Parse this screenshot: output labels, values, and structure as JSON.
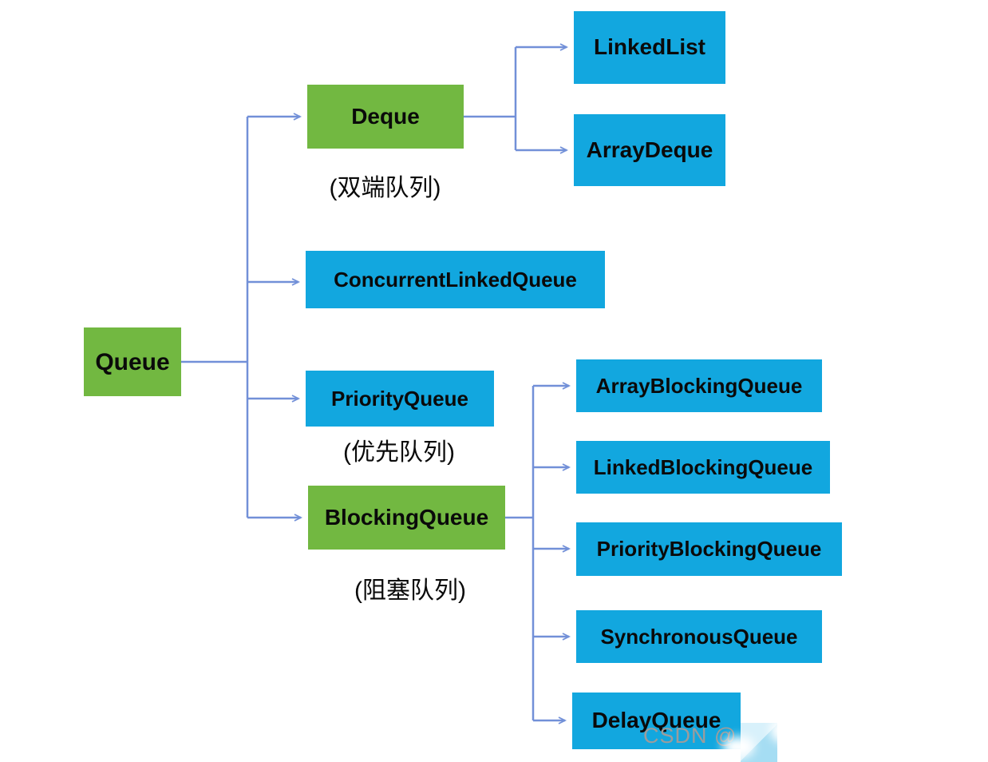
{
  "colors": {
    "node_green": "#72B841",
    "node_blue": "#12A7DF",
    "connector": "#7290D8",
    "label": "#0A0A0A",
    "watermark_gray": "#9C9C9C"
  },
  "nodes": {
    "queue": {
      "label": "Queue"
    },
    "deque": {
      "label": "Deque"
    },
    "concurrent_linked_queue": {
      "label": "ConcurrentLinkedQueue"
    },
    "priority_queue": {
      "label": "PriorityQueue"
    },
    "blocking_queue": {
      "label": "BlockingQueue"
    },
    "linked_list": {
      "label": "LinkedList"
    },
    "array_deque": {
      "label": "ArrayDeque"
    },
    "array_blocking_queue": {
      "label": "ArrayBlockingQueue"
    },
    "linked_blocking_queue": {
      "label": "LinkedBlockingQueue"
    },
    "priority_blocking_queue": {
      "label": "PriorityBlockingQueue"
    },
    "synchronous_queue": {
      "label": "SynchronousQueue"
    },
    "delay_queue": {
      "label": "DelayQueue"
    }
  },
  "captions": {
    "deque": "(双端队列)",
    "priority_queue": "(优先队列)",
    "blocking_queue": "(阻塞队列)"
  },
  "watermark": {
    "text": "CSDN @"
  }
}
